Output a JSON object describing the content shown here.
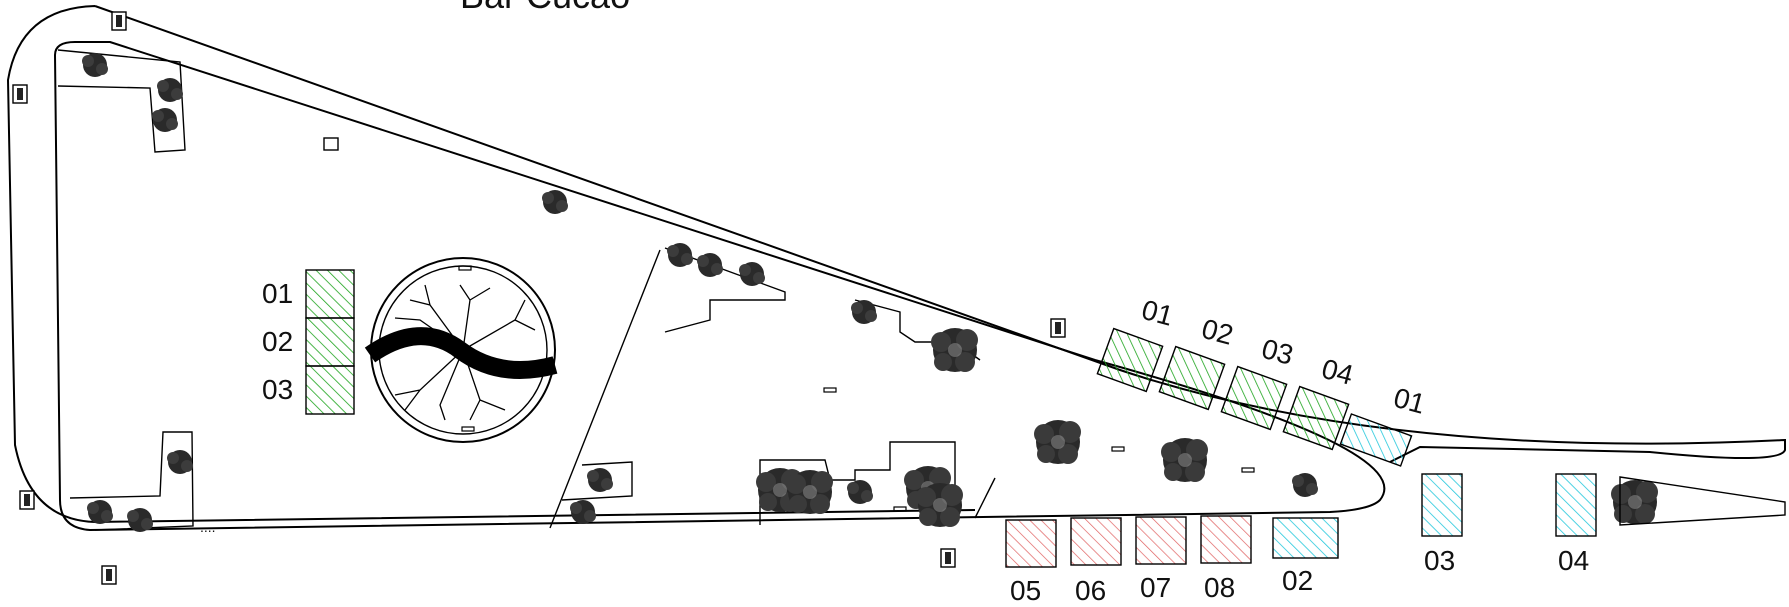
{
  "title": "Bar Cucão",
  "colors": {
    "green": "#1ea41e",
    "red": "#e06060",
    "cyan": "#24c8dc",
    "line": "#000000"
  },
  "left_stack_labels": [
    "01",
    "02",
    "03"
  ],
  "diagonal_green_labels": [
    "01",
    "02",
    "03",
    "04"
  ],
  "diagonal_cyan_label": "01",
  "red_labels": [
    "05",
    "06",
    "07",
    "08"
  ],
  "cyan_bottom_labels": [
    "02",
    "03",
    "04"
  ],
  "dots_text": "....",
  "icons": {
    "tree": "tree-icon",
    "bench": "bench-icon",
    "lamp": "light-post-icon"
  }
}
